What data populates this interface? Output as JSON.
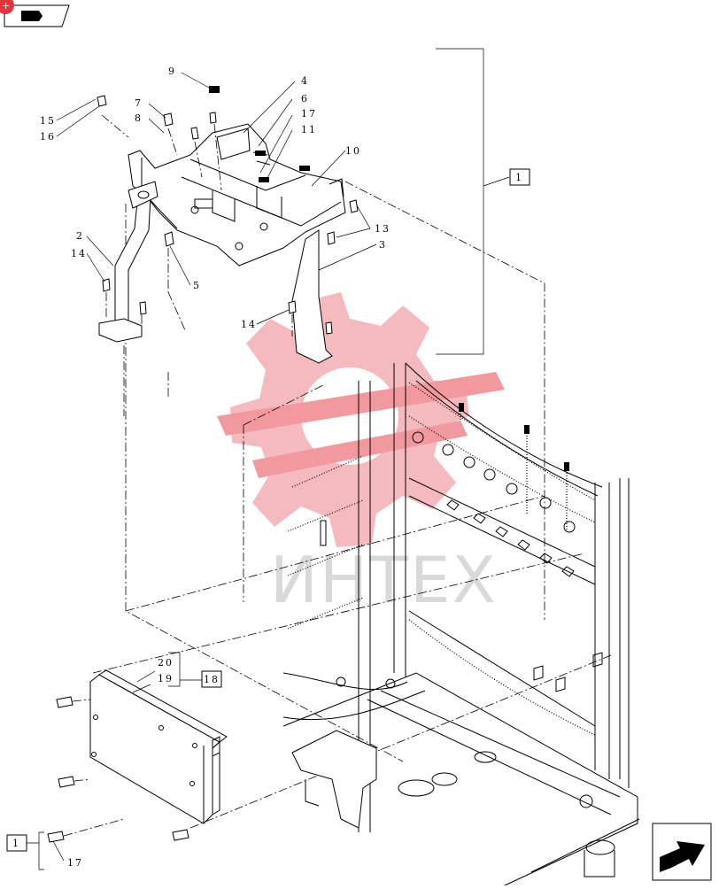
{
  "watermark": {
    "text": "ИНТЕХ",
    "logo_color": "#e8333a"
  },
  "nav": {
    "badge_text": "+",
    "back_icon": "book-back-icon",
    "forward_icon": "arrow-forward-icon"
  },
  "callouts": [
    {
      "id": "c9",
      "label": "9"
    },
    {
      "id": "c4",
      "label": "4"
    },
    {
      "id": "c6",
      "label": "6"
    },
    {
      "id": "c17a",
      "label": "17"
    },
    {
      "id": "c11",
      "label": "11"
    },
    {
      "id": "c7",
      "label": "7"
    },
    {
      "id": "c8",
      "label": "8"
    },
    {
      "id": "c15",
      "label": "15"
    },
    {
      "id": "c16",
      "label": "16"
    },
    {
      "id": "c10",
      "label": "10"
    },
    {
      "id": "c13",
      "label": "13"
    },
    {
      "id": "c3",
      "label": "3"
    },
    {
      "id": "c2",
      "label": "2"
    },
    {
      "id": "c14a",
      "label": "14"
    },
    {
      "id": "c5",
      "label": "5"
    },
    {
      "id": "c14b",
      "label": "14"
    },
    {
      "id": "c20",
      "label": "20"
    },
    {
      "id": "c19",
      "label": "19"
    },
    {
      "id": "c17b",
      "label": "17"
    }
  ],
  "ref_boxes": [
    {
      "id": "ref1a",
      "label": "1"
    },
    {
      "id": "ref18",
      "label": "18"
    },
    {
      "id": "ref1b",
      "label": "1"
    }
  ]
}
